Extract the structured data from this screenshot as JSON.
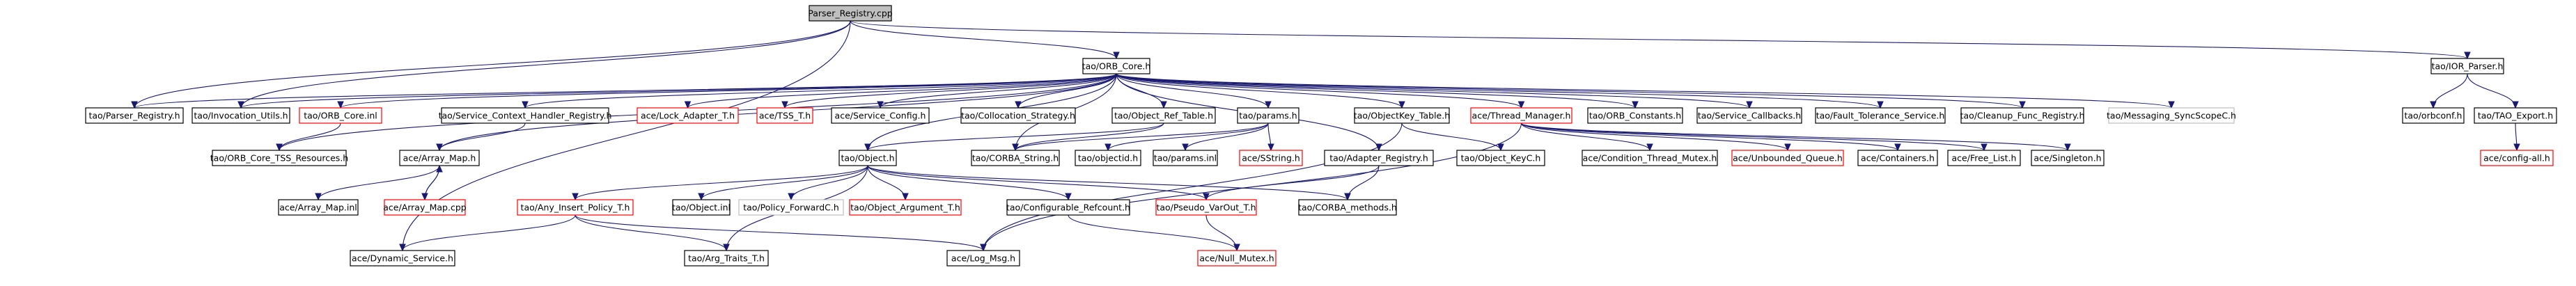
{
  "graph": {
    "nodes": [
      {
        "id": "parser_registry_cpp",
        "label": "Parser_Registry.cpp",
        "style": "root"
      },
      {
        "id": "orb_core_h",
        "label": "tao/ORB_Core.h",
        "style": "normal"
      },
      {
        "id": "ior_parser_h",
        "label": "tao/IOR_Parser.h",
        "style": "normal"
      },
      {
        "id": "parser_registry_h",
        "label": "tao/Parser_Registry.h",
        "style": "normal"
      },
      {
        "id": "invocation_utils_h",
        "label": "tao/Invocation_Utils.h",
        "style": "normal"
      },
      {
        "id": "orb_core_inl",
        "label": "tao/ORB_Core.inl",
        "style": "red"
      },
      {
        "id": "service_context_handler_registry_h",
        "label": "tao/Service_Context_Handler_Registry.h",
        "style": "normal"
      },
      {
        "id": "lock_adapter_t_h",
        "label": "ace/Lock_Adapter_T.h",
        "style": "red"
      },
      {
        "id": "tss_t_h",
        "label": "ace/TSS_T.h",
        "style": "red"
      },
      {
        "id": "service_config_h",
        "label": "ace/Service_Config.h",
        "style": "normal"
      },
      {
        "id": "collocation_strategy_h",
        "label": "tao/Collocation_Strategy.h",
        "style": "normal"
      },
      {
        "id": "object_ref_table_h",
        "label": "tao/Object_Ref_Table.h",
        "style": "normal"
      },
      {
        "id": "params_h",
        "label": "tao/params.h",
        "style": "normal"
      },
      {
        "id": "objectkey_table_h",
        "label": "tao/ObjectKey_Table.h",
        "style": "normal"
      },
      {
        "id": "thread_manager_h",
        "label": "ace/Thread_Manager.h",
        "style": "red"
      },
      {
        "id": "orb_constants_h",
        "label": "tao/ORB_Constants.h",
        "style": "normal"
      },
      {
        "id": "service_callbacks_h",
        "label": "tao/Service_Callbacks.h",
        "style": "normal"
      },
      {
        "id": "fault_tolerance_service_h",
        "label": "tao/Fault_Tolerance_Service.h",
        "style": "normal"
      },
      {
        "id": "cleanup_func_registry_h",
        "label": "tao/Cleanup_Func_Registry.h",
        "style": "normal"
      },
      {
        "id": "messaging_syncscopec_h",
        "label": "tao/Messaging_SyncScopeC.h",
        "style": "gray"
      },
      {
        "id": "orbconf_h",
        "label": "tao/orbconf.h",
        "style": "normal"
      },
      {
        "id": "tao_export_h",
        "label": "tao/TAO_Export.h",
        "style": "normal"
      },
      {
        "id": "config_all_h",
        "label": "ace/config-all.h",
        "style": "red"
      },
      {
        "id": "orb_core_tss_resources_h",
        "label": "tao/ORB_Core_TSS_Resources.h",
        "style": "normal"
      },
      {
        "id": "array_map_h",
        "label": "ace/Array_Map.h",
        "style": "normal"
      },
      {
        "id": "array_map_inl",
        "label": "ace/Array_Map.inl",
        "style": "normal"
      },
      {
        "id": "array_map_cpp",
        "label": "ace/Array_Map.cpp",
        "style": "red"
      },
      {
        "id": "object_h",
        "label": "tao/Object.h",
        "style": "normal"
      },
      {
        "id": "corba_string_h",
        "label": "tao/CORBA_String.h",
        "style": "normal"
      },
      {
        "id": "objectid_h",
        "label": "tao/objectid.h",
        "style": "normal"
      },
      {
        "id": "params_inl",
        "label": "tao/params.inl",
        "style": "normal"
      },
      {
        "id": "sstring_h",
        "label": "ace/SString.h",
        "style": "red"
      },
      {
        "id": "adapter_registry_h",
        "label": "tao/Adapter_Registry.h",
        "style": "normal"
      },
      {
        "id": "object_keyc_h",
        "label": "tao/Object_KeyC.h",
        "style": "normal"
      },
      {
        "id": "condition_thread_mutex_h",
        "label": "ace/Condition_Thread_Mutex.h",
        "style": "normal"
      },
      {
        "id": "unbounded_queue_h",
        "label": "ace/Unbounded_Queue.h",
        "style": "red"
      },
      {
        "id": "containers_h",
        "label": "ace/Containers.h",
        "style": "normal"
      },
      {
        "id": "free_list_h",
        "label": "ace/Free_List.h",
        "style": "normal"
      },
      {
        "id": "singleton_h",
        "label": "ace/Singleton.h",
        "style": "normal"
      },
      {
        "id": "any_insert_policy_t_h",
        "label": "tao/Any_Insert_Policy_T.h",
        "style": "red"
      },
      {
        "id": "object_inl",
        "label": "tao/Object.inl",
        "style": "normal"
      },
      {
        "id": "policy_forwardc_h",
        "label": "tao/Policy_ForwardC.h",
        "style": "gray"
      },
      {
        "id": "object_argument_t_h",
        "label": "tao/Object_Argument_T.h",
        "style": "red"
      },
      {
        "id": "configurable_refcount_h",
        "label": "tao/Configurable_Refcount.h",
        "style": "normal"
      },
      {
        "id": "pseudo_varout_t_h",
        "label": "tao/Pseudo_VarOut_T.h",
        "style": "red"
      },
      {
        "id": "corba_methods_h",
        "label": "tao/CORBA_methods.h",
        "style": "normal"
      },
      {
        "id": "dynamic_service_h",
        "label": "ace/Dynamic_Service.h",
        "style": "normal"
      },
      {
        "id": "arg_traits_t_h",
        "label": "tao/Arg_Traits_T.h",
        "style": "normal"
      },
      {
        "id": "log_msg_h",
        "label": "ace/Log_Msg.h",
        "style": "normal"
      },
      {
        "id": "null_mutex_h",
        "label": "ace/Null_Mutex.h",
        "style": "red"
      }
    ],
    "edges": [
      [
        "parser_registry_cpp",
        "orb_core_h"
      ],
      [
        "parser_registry_cpp",
        "ior_parser_h"
      ],
      [
        "parser_registry_cpp",
        "parser_registry_h"
      ],
      [
        "parser_registry_cpp",
        "invocation_utils_h"
      ],
      [
        "parser_registry_cpp",
        "dynamic_service_h"
      ],
      [
        "orb_core_h",
        "parser_registry_h"
      ],
      [
        "orb_core_h",
        "invocation_utils_h"
      ],
      [
        "orb_core_h",
        "orb_core_inl"
      ],
      [
        "orb_core_h",
        "service_context_handler_registry_h"
      ],
      [
        "orb_core_h",
        "lock_adapter_t_h"
      ],
      [
        "orb_core_h",
        "tss_t_h"
      ],
      [
        "orb_core_h",
        "service_config_h"
      ],
      [
        "orb_core_h",
        "collocation_strategy_h"
      ],
      [
        "orb_core_h",
        "object_ref_table_h"
      ],
      [
        "orb_core_h",
        "params_h"
      ],
      [
        "orb_core_h",
        "objectkey_table_h"
      ],
      [
        "orb_core_h",
        "thread_manager_h"
      ],
      [
        "orb_core_h",
        "orb_constants_h"
      ],
      [
        "orb_core_h",
        "service_callbacks_h"
      ],
      [
        "orb_core_h",
        "fault_tolerance_service_h"
      ],
      [
        "orb_core_h",
        "cleanup_func_registry_h"
      ],
      [
        "orb_core_h",
        "messaging_syncscopec_h"
      ],
      [
        "orb_core_h",
        "orb_core_tss_resources_h"
      ],
      [
        "orb_core_h",
        "array_map_h"
      ],
      [
        "orb_core_h",
        "object_h"
      ],
      [
        "orb_core_h",
        "adapter_registry_h"
      ],
      [
        "orb_core_h",
        "corba_string_h"
      ],
      [
        "ior_parser_h",
        "orbconf_h"
      ],
      [
        "ior_parser_h",
        "tao_export_h"
      ],
      [
        "tao_export_h",
        "config_all_h"
      ],
      [
        "orb_core_inl",
        "orb_core_tss_resources_h"
      ],
      [
        "service_context_handler_registry_h",
        "array_map_h"
      ],
      [
        "array_map_h",
        "array_map_inl"
      ],
      [
        "array_map_h",
        "array_map_cpp"
      ],
      [
        "array_map_cpp",
        "array_map_h"
      ],
      [
        "object_ref_table_h",
        "object_h"
      ],
      [
        "object_ref_table_h",
        "corba_string_h"
      ],
      [
        "params_h",
        "corba_string_h"
      ],
      [
        "params_h",
        "objectid_h"
      ],
      [
        "params_h",
        "params_inl"
      ],
      [
        "params_h",
        "sstring_h"
      ],
      [
        "objectkey_table_h",
        "object_keyc_h"
      ],
      [
        "objectkey_table_h",
        "log_msg_h"
      ],
      [
        "thread_manager_h",
        "condition_thread_mutex_h"
      ],
      [
        "thread_manager_h",
        "unbounded_queue_h"
      ],
      [
        "thread_manager_h",
        "containers_h"
      ],
      [
        "thread_manager_h",
        "free_list_h"
      ],
      [
        "thread_manager_h",
        "singleton_h"
      ],
      [
        "thread_manager_h",
        "log_msg_h"
      ],
      [
        "adapter_registry_h",
        "corba_methods_h"
      ],
      [
        "adapter_registry_h",
        "pseudo_varout_t_h"
      ],
      [
        "object_h",
        "any_insert_policy_t_h"
      ],
      [
        "object_h",
        "object_inl"
      ],
      [
        "object_h",
        "policy_forwardc_h"
      ],
      [
        "object_h",
        "object_argument_t_h"
      ],
      [
        "object_h",
        "configurable_refcount_h"
      ],
      [
        "object_h",
        "pseudo_varout_t_h"
      ],
      [
        "object_h",
        "corba_methods_h"
      ],
      [
        "object_h",
        "arg_traits_t_h"
      ],
      [
        "any_insert_policy_t_h",
        "dynamic_service_h"
      ],
      [
        "any_insert_policy_t_h",
        "arg_traits_t_h"
      ],
      [
        "any_insert_policy_t_h",
        "log_msg_h"
      ],
      [
        "configurable_refcount_h",
        "null_mutex_h"
      ],
      [
        "pseudo_varout_t_h",
        "null_mutex_h"
      ]
    ]
  }
}
